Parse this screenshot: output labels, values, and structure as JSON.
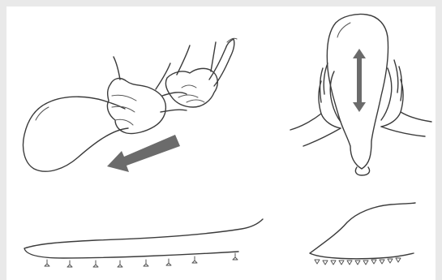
{
  "figure": {
    "frame_color": "#e9e9e9",
    "panel_color": "#ffffff",
    "line_color": "#3b3b3b",
    "arrow_color": "#6b6b6b",
    "illustrations": [
      {
        "id": "stretch",
        "icon": "hands-stretching-balloon-illustration"
      },
      {
        "id": "shape",
        "icon": "hands-shaping-balloon-illustration"
      },
      {
        "id": "long-form",
        "icon": "long-balloon-with-tips-illustration"
      },
      {
        "id": "short-form",
        "icon": "short-balloon-with-tips-illustration"
      }
    ]
  }
}
